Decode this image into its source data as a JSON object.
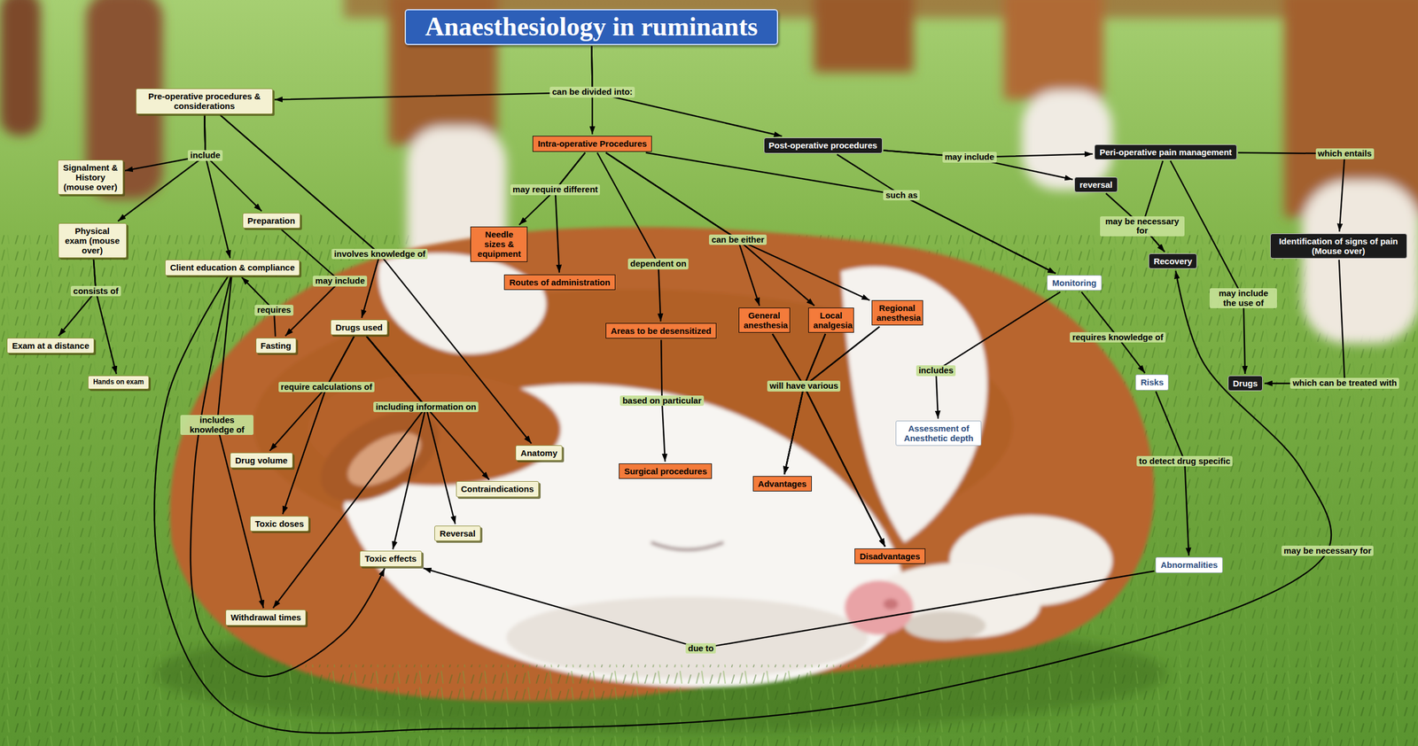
{
  "diagram": {
    "nodes": [
      {
        "text": [
          "Anaesthesiology in ruminants"
        ]
      },
      {
        "text": [
          "Pre-operative procedures & considerations"
        ]
      },
      {
        "text": [
          "Intra-operative Procedures"
        ]
      },
      {
        "text": [
          "Post-operative procedures"
        ]
      },
      {
        "text": [
          "Signalment & History (mouse over)"
        ]
      },
      {
        "text": [
          "Physical exam (mouse over)"
        ]
      },
      {
        "text": [
          "Preparation"
        ]
      },
      {
        "text": [
          "Client education & compliance"
        ]
      },
      {
        "text": [
          "Exam at a distance"
        ]
      },
      {
        "text": [
          "Hands on exam"
        ]
      },
      {
        "text": [
          "Fasting"
        ]
      },
      {
        "text": [
          "Drugs used"
        ]
      },
      {
        "text": [
          "Drug volume"
        ]
      },
      {
        "text": [
          "Toxic doses"
        ]
      },
      {
        "text": [
          "Withdrawal times"
        ]
      },
      {
        "text": [
          "Toxic effects"
        ]
      },
      {
        "text": [
          "Reversal"
        ]
      },
      {
        "text": [
          "Contraindications"
        ]
      },
      {
        "text": [
          "Anatomy"
        ]
      },
      {
        "text": [
          "Needle sizes & equipment"
        ]
      },
      {
        "text": [
          "Routes of administration"
        ]
      },
      {
        "text": [
          "Areas to be desensitized"
        ]
      },
      {
        "text": [
          "Surgical procedures"
        ]
      },
      {
        "text": [
          "General anesthesia"
        ]
      },
      {
        "text": [
          "Local analgesia"
        ]
      },
      {
        "text": [
          "Regional anesthesia"
        ]
      },
      {
        "text": [
          "Advantages"
        ]
      },
      {
        "text": [
          "Disadvantages"
        ]
      },
      {
        "text": [
          "Monitoring"
        ]
      },
      {
        "text": [
          "Assessment of Anesthetic depth"
        ]
      },
      {
        "text": [
          "Risks"
        ]
      },
      {
        "text": [
          "Abnormalities"
        ]
      },
      {
        "text": [
          "Peri-operative pain management"
        ]
      },
      {
        "text": [
          "reversal"
        ]
      },
      {
        "text": [
          "Recovery"
        ]
      },
      {
        "text": [
          "Identification of signs of pain (Mouse over)"
        ]
      },
      {
        "text": [
          "Drugs"
        ]
      }
    ],
    "edges": [
      {
        "from": 0,
        "to": 2,
        "label": "can be divided into:",
        "arrow": "to"
      },
      {
        "from": 0,
        "to": 1,
        "arrow": "to"
      },
      {
        "from": 0,
        "to": 3,
        "arrow": "to"
      },
      {
        "from": 1,
        "to": 7,
        "label": "include",
        "arrow": "to"
      },
      {
        "from": 1,
        "to": 4,
        "arrow": "to"
      },
      {
        "from": 1,
        "to": 5,
        "arrow": "to"
      },
      {
        "from": 1,
        "to": 6,
        "arrow": "to"
      },
      {
        "from": 1,
        "to": 11,
        "label": "involves knowledge of",
        "arrow": "to"
      },
      {
        "from": 1,
        "to": 18,
        "arrow": "to"
      },
      {
        "from": 5,
        "to": 8,
        "label": "consists of",
        "arrow": "to"
      },
      {
        "from": 5,
        "to": 9,
        "arrow": "to"
      },
      {
        "from": 6,
        "to": 10,
        "label": "may include",
        "arrow": "to"
      },
      {
        "from": 10,
        "to": 7,
        "label": "requires",
        "arrow": "to"
      },
      {
        "from": 7,
        "to": 14,
        "label": "includes knowledge of",
        "arrow": "to"
      },
      {
        "from": 7,
        "to": 15,
        "arrow": "to"
      },
      {
        "from": 7,
        "to": 34,
        "label": "may be necessary for",
        "arrow": "to"
      },
      {
        "from": 11,
        "to": 12,
        "label": "require calculations of",
        "arrow": "to"
      },
      {
        "from": 11,
        "to": 13,
        "arrow": "to"
      },
      {
        "from": 11,
        "to": 17,
        "label": "including information on",
        "arrow": "to"
      },
      {
        "from": 11,
        "to": 15,
        "arrow": "to"
      },
      {
        "from": 11,
        "to": 16,
        "arrow": "to"
      },
      {
        "from": 11,
        "to": 14,
        "arrow": "to"
      },
      {
        "from": 2,
        "to": 19,
        "label": "may require different",
        "arrow": "to"
      },
      {
        "from": 2,
        "to": 20,
        "arrow": "to"
      },
      {
        "from": 2,
        "to": 21,
        "label": "dependent on",
        "arrow": "to"
      },
      {
        "from": 21,
        "to": 22,
        "label": "based on particular",
        "arrow": "to"
      },
      {
        "from": 2,
        "to": 23,
        "label": "can be either",
        "arrow": "to"
      },
      {
        "from": 2,
        "to": 24,
        "arrow": "to"
      },
      {
        "from": 2,
        "to": 25,
        "arrow": "to"
      },
      {
        "from": 23,
        "to": 26,
        "label": "will have various",
        "arrow": "to"
      },
      {
        "from": 24,
        "to": 26,
        "arrow": "to"
      },
      {
        "from": 25,
        "to": 26,
        "arrow": "to"
      },
      {
        "from": 23,
        "to": 27,
        "arrow": "to"
      },
      {
        "from": 24,
        "to": 27,
        "arrow": "to"
      },
      {
        "from": 25,
        "to": 27,
        "arrow": "to"
      },
      {
        "from": 2,
        "to": 28,
        "label": "such as",
        "arrow": "to"
      },
      {
        "from": 3,
        "to": 28,
        "arrow": "to"
      },
      {
        "from": 3,
        "to": 32,
        "label": "may include",
        "arrow": "to"
      },
      {
        "from": 3,
        "to": 33,
        "arrow": "to"
      },
      {
        "from": 32,
        "to": 35,
        "label": "which entails",
        "arrow": "to"
      },
      {
        "from": 35,
        "to": 36,
        "label": "which can be treated with",
        "arrow": "to"
      },
      {
        "from": 32,
        "to": 36,
        "label": "may include the use of",
        "arrow": "to"
      },
      {
        "from": 33,
        "to": 34,
        "label": "may be necessary for",
        "arrow": "to"
      },
      {
        "from": 32,
        "to": 34,
        "arrow": "to"
      },
      {
        "from": 28,
        "to": 29,
        "label": "includes",
        "arrow": "to"
      },
      {
        "from": 28,
        "to": 30,
        "label": "requires knowledge of",
        "arrow": "to"
      },
      {
        "from": 30,
        "to": 31,
        "label": "to detect drug specific",
        "arrow": "to"
      },
      {
        "from": 31,
        "to": 15,
        "label": "due to",
        "arrow": "to"
      }
    ]
  }
}
